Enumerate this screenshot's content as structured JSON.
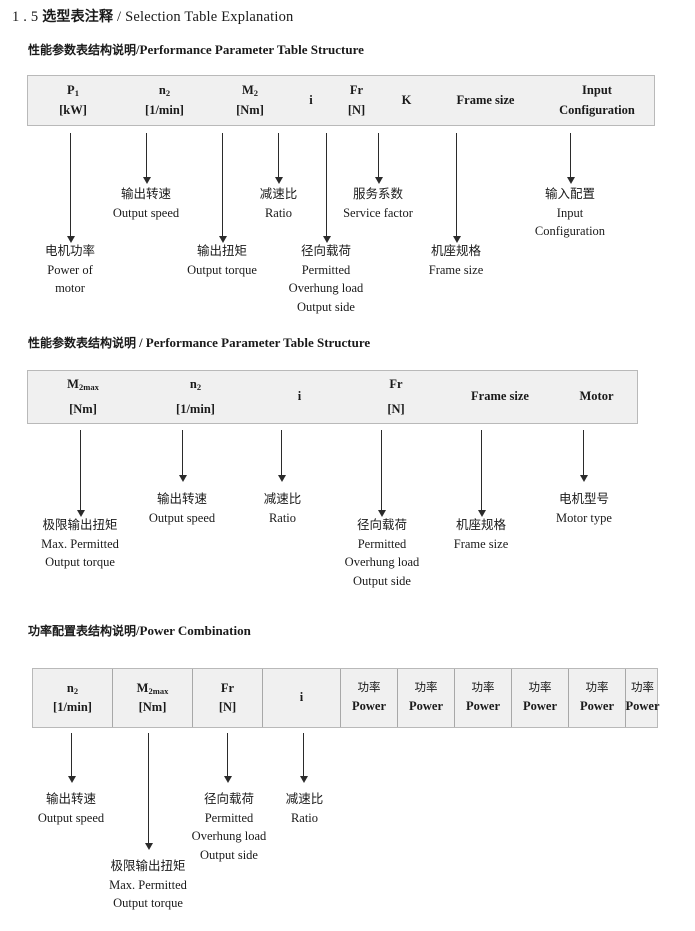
{
  "document": {
    "section_number": "1 . 5",
    "title_cn": "选型表注释",
    "title_sep": "/",
    "title_en": "Selection Table Explanation"
  },
  "sections": [
    {
      "heading": {
        "cn": "性能参数表结构说明",
        "sep": "/",
        "en": "Performance Parameter Table Structure"
      },
      "table": {
        "columns": [
          {
            "line1": "P",
            "sub1": "1",
            "line2": "[kW]"
          },
          {
            "line1": "n",
            "sub1": "2",
            "line2": "[1/min]"
          },
          {
            "line1": "M",
            "sub1": "2",
            "line2": "[Nm]"
          },
          {
            "line1": "i",
            "sub1": "",
            "line2": ""
          },
          {
            "line1": "Fr",
            "sub1": "",
            "line2": "[N]"
          },
          {
            "line1": "K",
            "sub1": "",
            "line2": ""
          },
          {
            "line1": "Frame size",
            "sub1": "",
            "line2": ""
          },
          {
            "line1": "Input",
            "sub1": "",
            "line2": "Configuration"
          }
        ]
      },
      "annotations": [
        {
          "cn": "电机功率",
          "en": [
            "Power of",
            "motor"
          ]
        },
        {
          "cn": "输出转速",
          "en": [
            "Output speed"
          ]
        },
        {
          "cn": "输出扭矩",
          "en": [
            "Output torque"
          ]
        },
        {
          "cn": "减速比",
          "en": [
            "Ratio"
          ]
        },
        {
          "cn": "径向载荷",
          "en": [
            "Permitted",
            "Overhung load",
            "Output side"
          ]
        },
        {
          "cn": "服务系数",
          "en": [
            "Service factor"
          ]
        },
        {
          "cn": "机座规格",
          "en": [
            "Frame size"
          ]
        },
        {
          "cn": "输入配置",
          "en": [
            "Input",
            "Configuration"
          ]
        }
      ]
    },
    {
      "heading": {
        "cn": "性能参数表结构说明",
        "sep": "/",
        "en": "Performance Parameter Table Structure"
      },
      "table": {
        "columns": [
          {
            "line1": "M",
            "sub1": "2max",
            "line2": "[Nm]"
          },
          {
            "line1": "n",
            "sub1": "2",
            "line2": "[1/min]"
          },
          {
            "line1": "i",
            "sub1": "",
            "line2": ""
          },
          {
            "line1": "Fr",
            "sub1": "",
            "line2": "[N]"
          },
          {
            "line1": "Frame size",
            "sub1": "",
            "line2": ""
          },
          {
            "line1": "Motor",
            "sub1": "",
            "line2": ""
          }
        ]
      },
      "annotations": [
        {
          "cn": "极限输出扭矩",
          "en": [
            "Max. Permitted",
            "Output  torque"
          ]
        },
        {
          "cn": "输出转速",
          "en": [
            "Output speed"
          ]
        },
        {
          "cn": "减速比",
          "en": [
            "Ratio"
          ]
        },
        {
          "cn": "径向载荷",
          "en": [
            "Permitted",
            "Overhung load",
            "Output side"
          ]
        },
        {
          "cn": "机座规格",
          "en": [
            "Frame size"
          ]
        },
        {
          "cn": "电机型号",
          "en": [
            "Motor type"
          ]
        }
      ]
    },
    {
      "heading": {
        "cn": "功率配置表结构说明",
        "sep": "/",
        "en": "Power Combination"
      },
      "table": {
        "columns": [
          {
            "line1": "n",
            "sub1": "2",
            "line2": "[1/min]"
          },
          {
            "line1": "M",
            "sub1": "2max",
            "line2": "[Nm]"
          },
          {
            "line1": "Fr",
            "sub1": "",
            "line2": "[N]"
          },
          {
            "line1": "i",
            "sub1": "",
            "line2": ""
          },
          {
            "line1": "功率",
            "sub1": "",
            "line2": "Power"
          },
          {
            "line1": "功率",
            "sub1": "",
            "line2": "Power"
          },
          {
            "line1": "功率",
            "sub1": "",
            "line2": "Power"
          },
          {
            "line1": "功率",
            "sub1": "",
            "line2": "Power"
          },
          {
            "line1": "功率",
            "sub1": "",
            "line2": "Power"
          },
          {
            "line1": "功率",
            "sub1": "",
            "line2": "Power"
          }
        ]
      },
      "annotations": [
        {
          "cn": "输出转速",
          "en": [
            "Output speed"
          ]
        },
        {
          "cn": "极限输出扭矩",
          "en": [
            "Max. Permitted",
            "Output  torque"
          ]
        },
        {
          "cn": "径向载荷",
          "en": [
            "Permitted",
            "Overhung load",
            "Output side"
          ]
        },
        {
          "cn": "减速比",
          "en": [
            "Ratio"
          ]
        }
      ]
    }
  ]
}
